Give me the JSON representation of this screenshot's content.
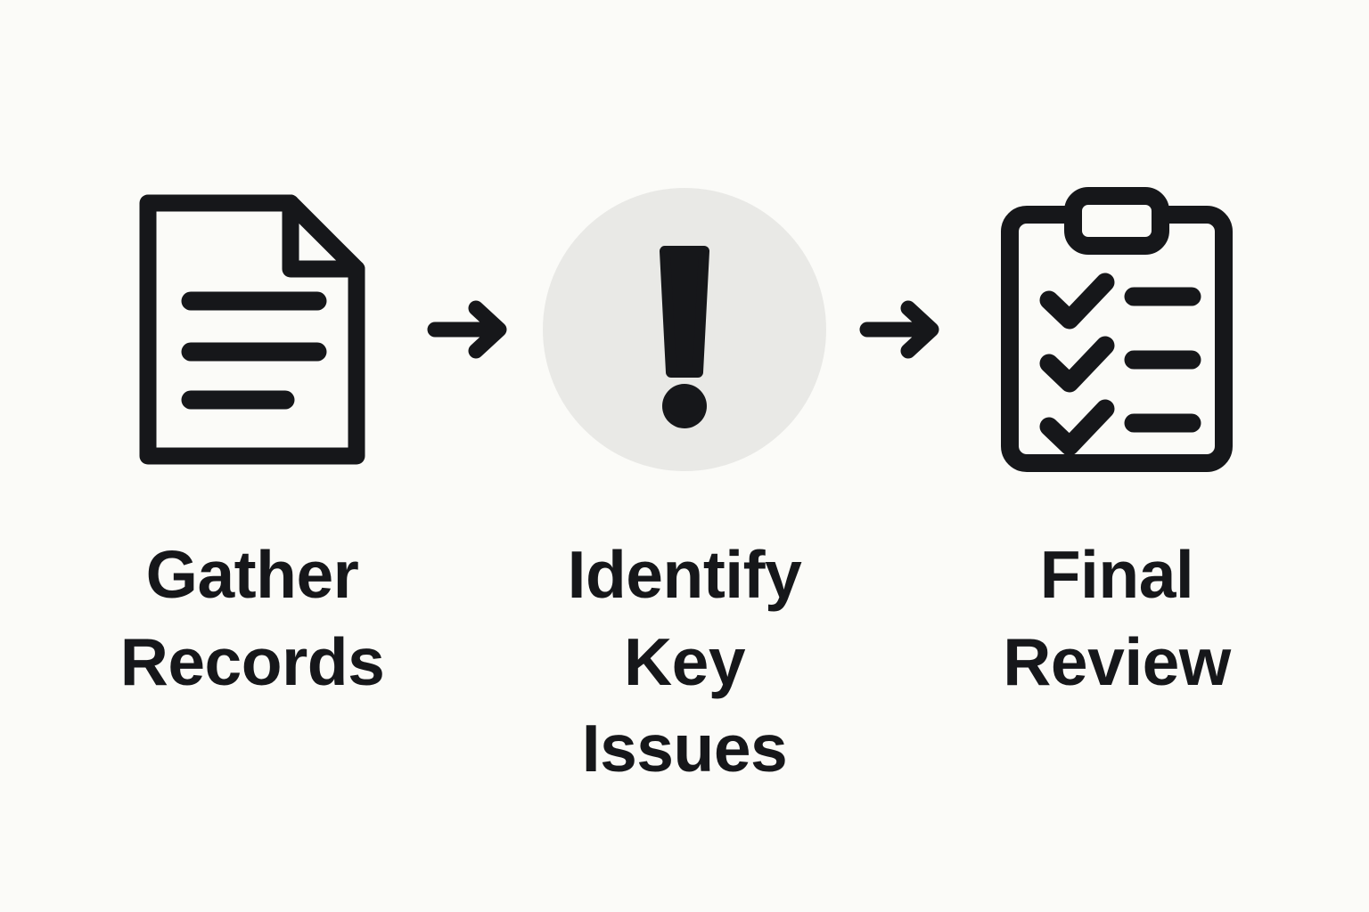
{
  "background_color": "#fbfbf8",
  "ink_color": "#16171a",
  "badge_color": "#e9e9e6",
  "diagram": {
    "type": "process-flow",
    "orientation": "horizontal",
    "steps": [
      {
        "id": "gather-records",
        "icon": "document-lines-icon",
        "label": "Gather\nRecords",
        "label_line1": "Gather",
        "label_line2": "Records",
        "icon_detail": {
          "lines": 3,
          "folded_corner": true
        }
      },
      {
        "id": "identify-key-issues",
        "icon": "exclamation-circle-icon",
        "label": "Identify\nKey Issues",
        "label_line1": "Identify",
        "label_line2": "Key Issues",
        "icon_detail": {
          "badge_shape": "circle",
          "badge_fill": "#e9e9e6"
        }
      },
      {
        "id": "final-review",
        "icon": "clipboard-checklist-icon",
        "label": "Final\nReview",
        "label_line1": "Final",
        "label_line2": "Review",
        "icon_detail": {
          "checkmarks": 3,
          "lines": 3,
          "clip": true
        }
      }
    ],
    "connectors": [
      {
        "id": "arrow-1",
        "icon": "arrow-right-icon",
        "from": "gather-records",
        "to": "identify-key-issues"
      },
      {
        "id": "arrow-2",
        "icon": "arrow-right-icon",
        "from": "identify-key-issues",
        "to": "final-review"
      }
    ]
  }
}
